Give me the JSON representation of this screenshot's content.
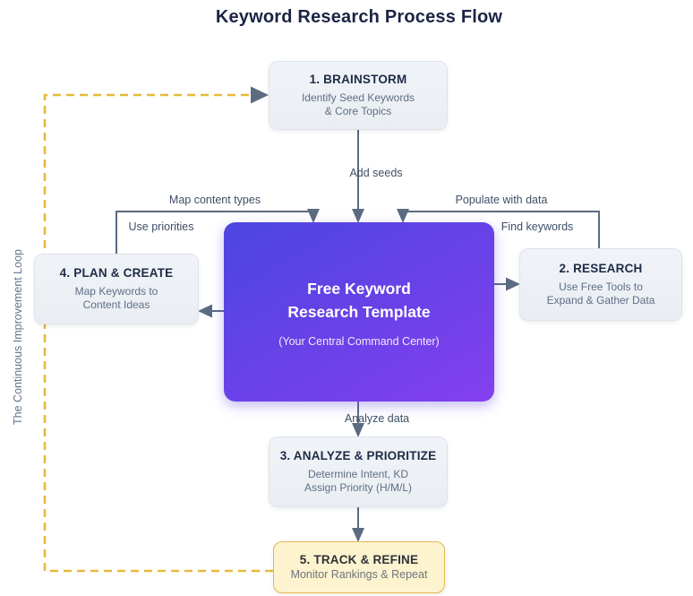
{
  "title": "Keyword Research Process Flow",
  "center_node": {
    "title_line1": "Free Keyword",
    "title_line2": "Research Template",
    "subtitle": "(Your Central Command Center)"
  },
  "nodes": {
    "brainstorm": {
      "title": "1. BRAINSTORM",
      "line1": "Identify Seed Keywords",
      "line2": "& Core Topics"
    },
    "research": {
      "title": "2. RESEARCH",
      "line1": "Use Free Tools to",
      "line2": "Expand & Gather Data"
    },
    "analyze": {
      "title": "3. ANALYZE & PRIORITIZE",
      "line1": "Determine Intent, KD",
      "line2": "Assign Priority (H/M/L)"
    },
    "plan": {
      "title": "4. PLAN & CREATE",
      "line1": "Map Keywords to",
      "line2": "Content Ideas"
    },
    "track": {
      "title": "5. TRACK & REFINE",
      "line1": "Monitor Rankings & Repeat"
    }
  },
  "edge_labels": {
    "add_seeds": "Add seeds",
    "map_content_types": "Map content types",
    "populate_with_data": "Populate with data",
    "find_keywords": "Find keywords",
    "use_priorities": "Use priorities",
    "analyze_data": "Analyze data"
  },
  "loop_label": "The Continuous Improvement Loop",
  "colors": {
    "connector": "#5b6b80",
    "loop_dash": "#e7b93c",
    "purple_start": "#4c46e0",
    "purple_end": "#8440ef",
    "track_bg": "#fdf3cf",
    "track_border": "#e3b94e"
  }
}
